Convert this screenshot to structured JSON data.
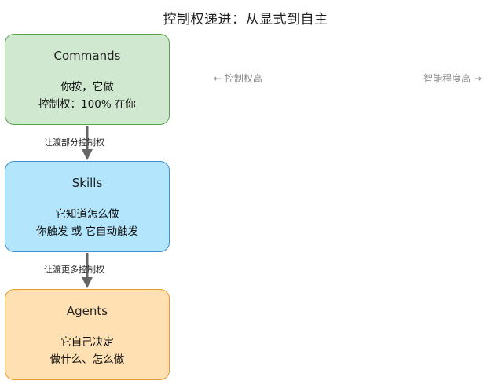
{
  "title": "控制权递进：从显式到自主",
  "axis": {
    "low": "← 控制权高",
    "high": "智能程度高 →"
  },
  "stages": [
    {
      "name": "Commands",
      "line1": "你按，它做",
      "line2": "控制权：100% 在你",
      "fill": "#cfe8cf",
      "border": "#5a9e4f"
    },
    {
      "name": "Skills",
      "line1": "它知道怎么做",
      "line2": "你触发 或 它自动触发",
      "fill": "#b3e5fc",
      "border": "#3d8fcf"
    },
    {
      "name": "Agents",
      "line1": "它自己决定",
      "line2": "做什么、怎么做",
      "fill": "#ffe0b2",
      "border": "#e59a2c"
    }
  ],
  "transitions": [
    {
      "label": "让渡部分控制权"
    },
    {
      "label": "让渡更多控制权"
    }
  ],
  "arrow_color": "#666666"
}
